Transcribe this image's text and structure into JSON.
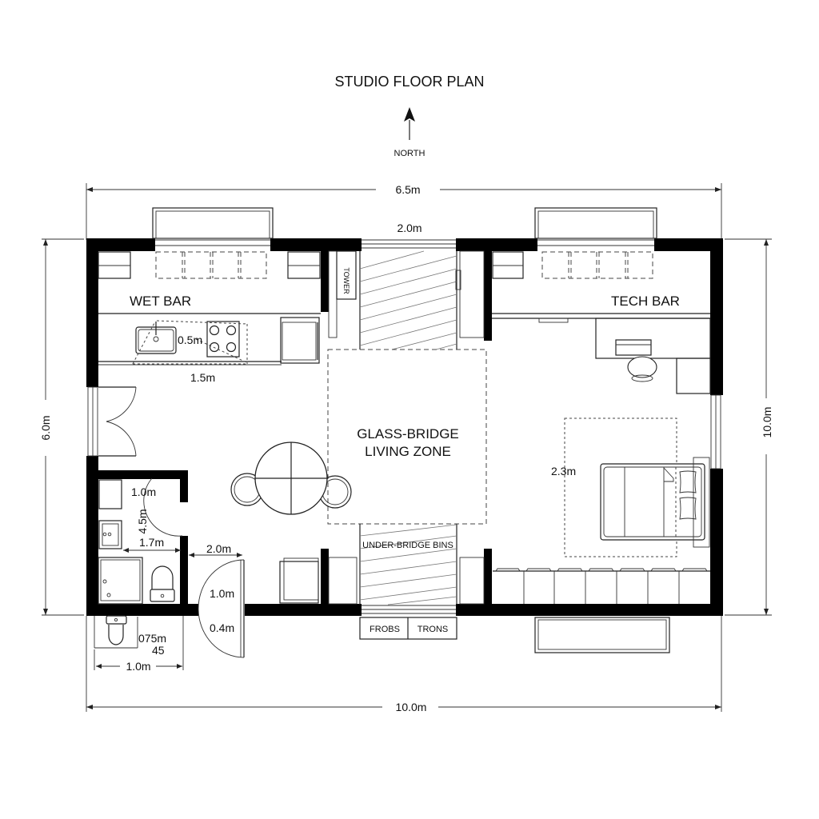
{
  "header": {
    "title": "STUDIO FLOOR PLAN",
    "north_label": "NORTH",
    "north_icon": "arrow-up-icon"
  },
  "dimensions": {
    "top_overall": "6.5m",
    "bottom_overall": "10.0m",
    "left_overall": "6.0m",
    "right_overall": "10.0m",
    "bridge_width": "2.0m",
    "wet_bar_sink_stove": "0.5m",
    "wet_bar_length": "1.5m",
    "bath_top_width": "1.0m",
    "bath_vertical": "4.5m",
    "bath_width": "1.7m",
    "entry_width": "2.0m",
    "door_leaf_1": "1.0m",
    "door_leaf_2": "0.4m",
    "wc_depth": "075m",
    "wc_angle": "45",
    "wc_width": "1.0m",
    "bed_zone": "2.3m"
  },
  "rooms": {
    "wet_bar": "WET BAR",
    "tech_bar": "TECH BAR",
    "living_zone_line1": "GLASS-BRIDGE",
    "living_zone_line2": "LIVING ZONE",
    "under_bridge": "UNDER-BRIDGE BINS"
  },
  "labels": {
    "tower_label": "TOWER",
    "bin_left": "FROBS",
    "bin_right": "TRONS"
  },
  "colors": {
    "wall": "#000000",
    "line": "#222222",
    "background": "#ffffff"
  }
}
